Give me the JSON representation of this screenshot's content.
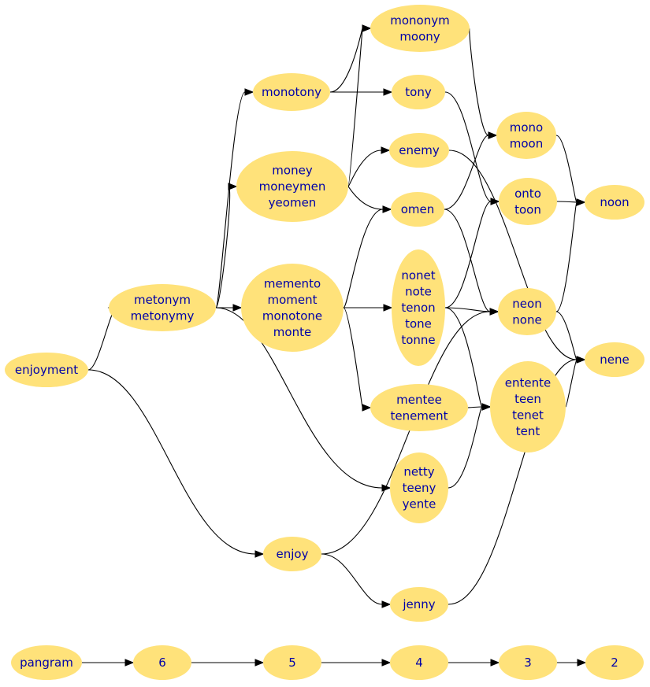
{
  "nodes": {
    "mononym": {
      "lines": [
        "mononym",
        "moony"
      ]
    },
    "monotony": {
      "lines": [
        "monotony"
      ]
    },
    "tony": {
      "lines": [
        "tony"
      ]
    },
    "mono": {
      "lines": [
        "mono",
        "moon"
      ]
    },
    "money": {
      "lines": [
        "money",
        "moneymen",
        "yeomen"
      ]
    },
    "enemy": {
      "lines": [
        "enemy"
      ]
    },
    "omen": {
      "lines": [
        "omen"
      ]
    },
    "onto": {
      "lines": [
        "onto",
        "toon"
      ]
    },
    "noon": {
      "lines": [
        "noon"
      ]
    },
    "memento": {
      "lines": [
        "memento",
        "moment",
        "monotone",
        "monte"
      ]
    },
    "nonet": {
      "lines": [
        "nonet",
        "note",
        "tenon",
        "tone",
        "tonne"
      ]
    },
    "metonym": {
      "lines": [
        "metonym",
        "metonymy"
      ]
    },
    "neon": {
      "lines": [
        "neon",
        "none"
      ]
    },
    "nene": {
      "lines": [
        "nene"
      ]
    },
    "enjoyment": {
      "lines": [
        "enjoyment"
      ]
    },
    "entente": {
      "lines": [
        "entente",
        "teen",
        "tenet",
        "tent"
      ]
    },
    "mentee": {
      "lines": [
        "mentee",
        "tenement"
      ]
    },
    "netty": {
      "lines": [
        "netty",
        "teeny",
        "yente"
      ]
    },
    "enjoy": {
      "lines": [
        "enjoy"
      ]
    },
    "jenny": {
      "lines": [
        "jenny"
      ]
    },
    "pangram": {
      "lines": [
        "pangram"
      ]
    },
    "n6": {
      "lines": [
        "6"
      ]
    },
    "n5": {
      "lines": [
        "5"
      ]
    },
    "n4": {
      "lines": [
        "4"
      ]
    },
    "n3": {
      "lines": [
        "3"
      ]
    },
    "n2": {
      "lines": [
        "2"
      ]
    }
  },
  "edges": [
    [
      "enjoyment",
      "metonym"
    ],
    [
      "enjoyment",
      "enjoy"
    ],
    [
      "metonym",
      "monotony"
    ],
    [
      "metonym",
      "money"
    ],
    [
      "metonym",
      "memento"
    ],
    [
      "metonym",
      "netty"
    ],
    [
      "monotony",
      "mononym"
    ],
    [
      "monotony",
      "tony"
    ],
    [
      "money",
      "mononym"
    ],
    [
      "money",
      "enemy"
    ],
    [
      "money",
      "omen"
    ],
    [
      "memento",
      "omen"
    ],
    [
      "memento",
      "nonet"
    ],
    [
      "memento",
      "mentee"
    ],
    [
      "mononym",
      "mono"
    ],
    [
      "tony",
      "onto"
    ],
    [
      "enemy",
      "nene"
    ],
    [
      "omen",
      "mono"
    ],
    [
      "omen",
      "neon"
    ],
    [
      "nonet",
      "onto"
    ],
    [
      "nonet",
      "neon"
    ],
    [
      "nonet",
      "entente"
    ],
    [
      "mentee",
      "entente"
    ],
    [
      "netty",
      "entente"
    ],
    [
      "enjoy",
      "neon"
    ],
    [
      "enjoy",
      "jenny"
    ],
    [
      "jenny",
      "nene"
    ],
    [
      "mono",
      "noon"
    ],
    [
      "onto",
      "noon"
    ],
    [
      "neon",
      "noon"
    ],
    [
      "neon",
      "nene"
    ],
    [
      "entente",
      "nene"
    ],
    [
      "pangram",
      "n6"
    ],
    [
      "n6",
      "n5"
    ],
    [
      "n5",
      "n4"
    ],
    [
      "n4",
      "n3"
    ],
    [
      "n3",
      "n2"
    ]
  ]
}
